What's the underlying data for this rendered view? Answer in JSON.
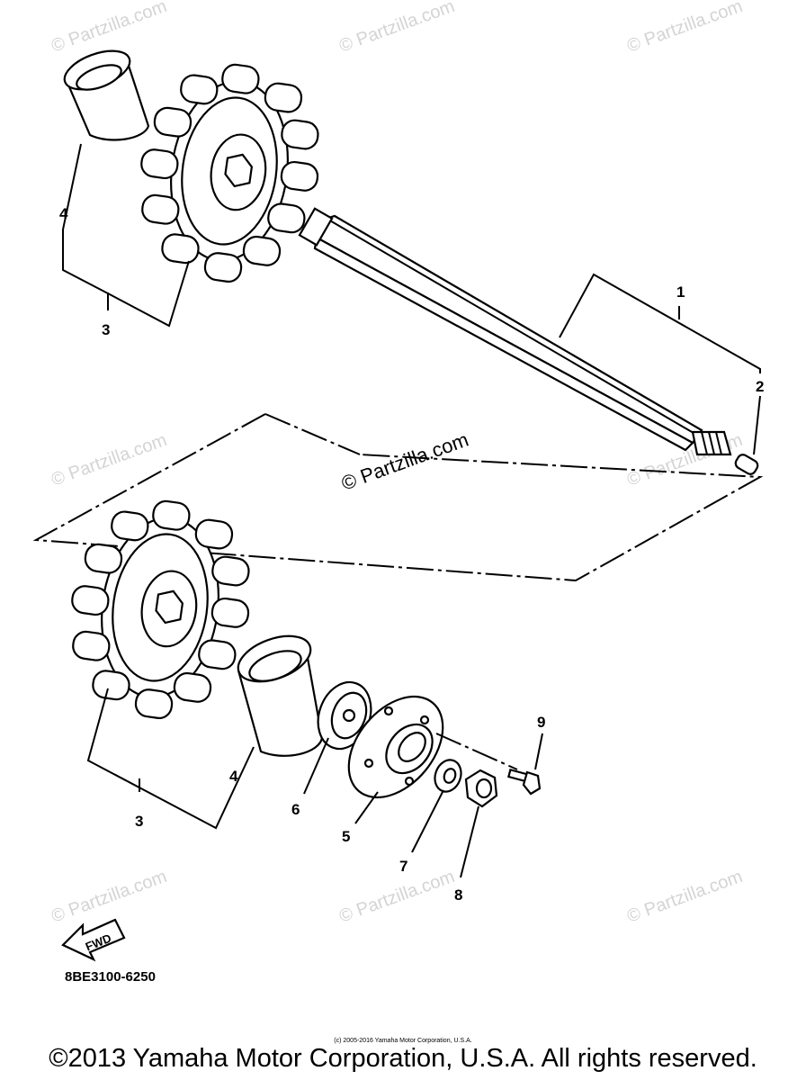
{
  "watermarks": {
    "text": "© Partzilla.com",
    "center_text": "© Partzilla.com"
  },
  "callouts": {
    "shaft": "1",
    "plug": "2",
    "sprocket_top": "3",
    "collar_top": "4",
    "sprocket_bottom": "3",
    "collar_bottom": "4",
    "housing": "5",
    "bearing": "6",
    "washer": "7",
    "nut": "8",
    "bolt": "9"
  },
  "fwd_arrow": "FWD",
  "diagram_code": "8BE3100-6250",
  "small_copyright": "(c) 2005-2016 Yamaha Motor Corporation, U.S.A.",
  "main_copyright": "©2013 Yamaha Motor Corporation, U.S.A. All rights reserved."
}
